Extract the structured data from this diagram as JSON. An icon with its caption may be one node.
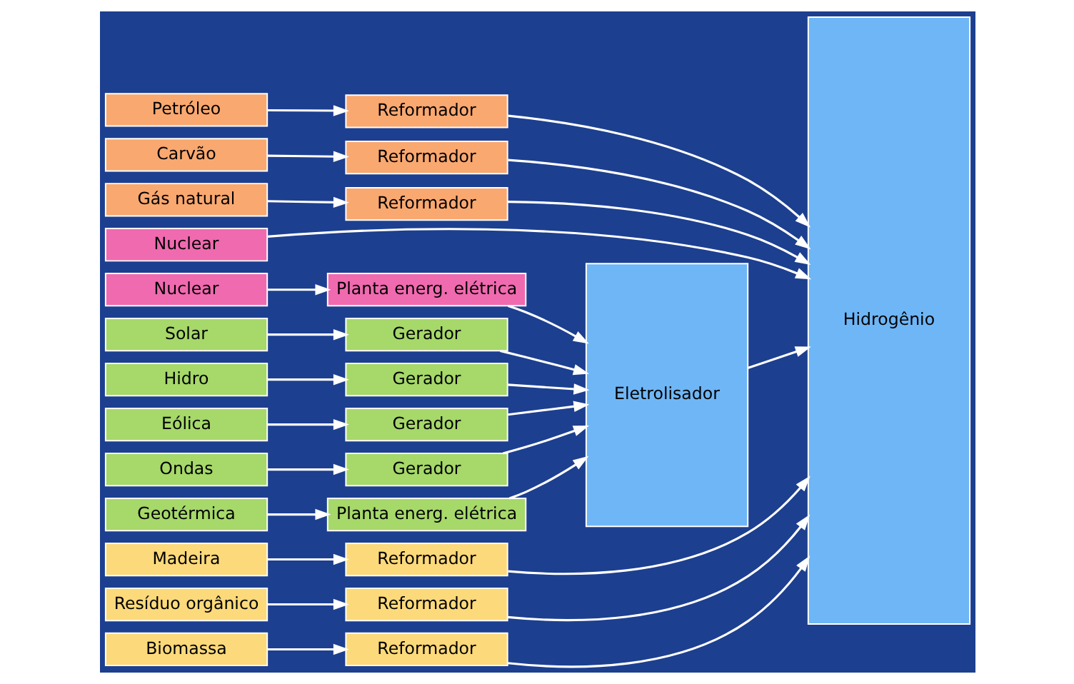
{
  "diagram": {
    "nodes": [
      {
        "text": [
          "Petróleo"
        ]
      },
      {
        "text": [
          "Reformador"
        ]
      },
      {
        "text": [
          "Carvão"
        ]
      },
      {
        "text": [
          "Reformador"
        ]
      },
      {
        "text": [
          "Gás natural"
        ]
      },
      {
        "text": [
          "Reformador"
        ]
      },
      {
        "text": [
          "Nuclear"
        ]
      },
      {
        "text": [
          "Nuclear"
        ]
      },
      {
        "text": [
          "Planta energ. elétrica"
        ]
      },
      {
        "text": [
          "Solar"
        ]
      },
      {
        "text": [
          "Gerador"
        ]
      },
      {
        "text": [
          "Hidro"
        ]
      },
      {
        "text": [
          "Gerador"
        ]
      },
      {
        "text": [
          "Eólica"
        ]
      },
      {
        "text": [
          "Gerador"
        ]
      },
      {
        "text": [
          "Ondas"
        ]
      },
      {
        "text": [
          "Gerador"
        ]
      },
      {
        "text": [
          "Geotérmica"
        ]
      },
      {
        "text": [
          "Planta energ. elétrica"
        ]
      },
      {
        "text": [
          "Eletrolisador"
        ]
      },
      {
        "text": [
          "Madeira"
        ]
      },
      {
        "text": [
          "Reformador"
        ]
      },
      {
        "text": [
          "Resíduo orgânico"
        ]
      },
      {
        "text": [
          "Reformador"
        ]
      },
      {
        "text": [
          "Biomassa"
        ]
      },
      {
        "text": [
          "Reformador"
        ]
      },
      {
        "text": [
          "Hidrogênio"
        ]
      }
    ],
    "edges": [
      {
        "from": 0,
        "to": 1,
        "arrow": "to"
      },
      {
        "from": 1,
        "to": 26,
        "arrow": "to"
      },
      {
        "from": 2,
        "to": 3,
        "arrow": "to"
      },
      {
        "from": 3,
        "to": 26,
        "arrow": "to"
      },
      {
        "from": 4,
        "to": 5,
        "arrow": "to"
      },
      {
        "from": 5,
        "to": 26,
        "arrow": "to"
      },
      {
        "from": 6,
        "to": 26,
        "arrow": "to"
      },
      {
        "from": 7,
        "to": 8,
        "arrow": "to"
      },
      {
        "from": 8,
        "to": 19,
        "arrow": "to"
      },
      {
        "from": 9,
        "to": 10,
        "arrow": "to"
      },
      {
        "from": 10,
        "to": 19,
        "arrow": "to"
      },
      {
        "from": 11,
        "to": 12,
        "arrow": "to"
      },
      {
        "from": 12,
        "to": 19,
        "arrow": "to"
      },
      {
        "from": 13,
        "to": 14,
        "arrow": "to"
      },
      {
        "from": 14,
        "to": 19,
        "arrow": "to"
      },
      {
        "from": 15,
        "to": 16,
        "arrow": "to"
      },
      {
        "from": 16,
        "to": 19,
        "arrow": "to"
      },
      {
        "from": 17,
        "to": 18,
        "arrow": "to"
      },
      {
        "from": 18,
        "to": 19,
        "arrow": "to"
      },
      {
        "from": 19,
        "to": 26,
        "arrow": "to"
      },
      {
        "from": 20,
        "to": 21,
        "arrow": "to"
      },
      {
        "from": 21,
        "to": 26,
        "arrow": "to"
      },
      {
        "from": 22,
        "to": 23,
        "arrow": "to"
      },
      {
        "from": 23,
        "to": 26,
        "arrow": "to"
      },
      {
        "from": 24,
        "to": 25,
        "arrow": "to"
      },
      {
        "from": 25,
        "to": 26,
        "arrow": "to"
      }
    ]
  }
}
